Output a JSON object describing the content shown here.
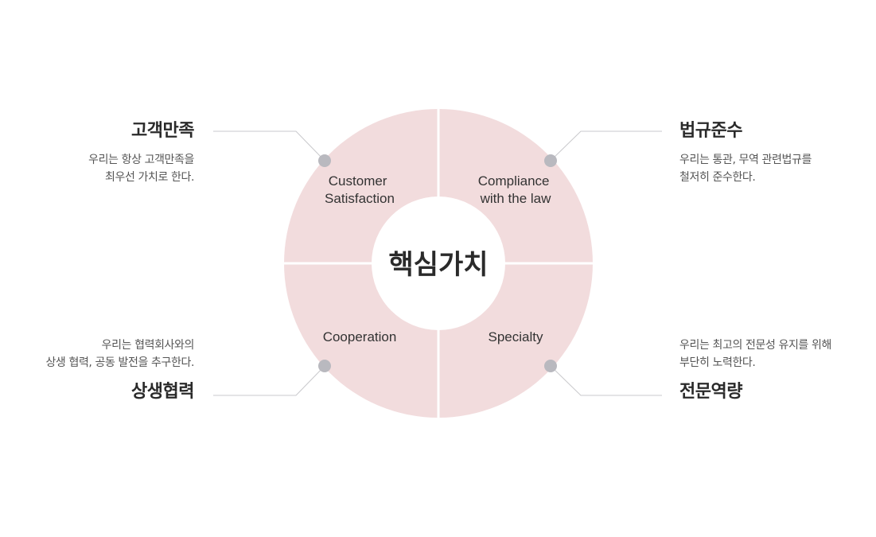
{
  "center": {
    "title": "핵심가치"
  },
  "colors": {
    "quadrant_fill": "#f2dcdd",
    "divider": "#ffffff",
    "connector_line": "#c9c9cc",
    "dot": "#b9b9bf",
    "title_text": "#2a2a2a",
    "desc_text": "#555555",
    "quadrant_text": "#333333"
  },
  "quadrants": [
    {
      "id": "customer",
      "label_lines": [
        "Customer",
        "Satisfaction"
      ],
      "title": "고객만족",
      "desc_lines": [
        "우리는 항상 고객만족을",
        "최우선 가치로 한다."
      ]
    },
    {
      "id": "compliance",
      "label_lines": [
        "Compliance",
        "with the law"
      ],
      "title": "법규준수",
      "desc_lines": [
        "우리는 통관, 무역 관련법규를",
        "철저히 준수한다."
      ]
    },
    {
      "id": "cooperation",
      "label_lines": [
        "Cooperation"
      ],
      "title": "상생협력",
      "desc_lines": [
        "우리는 협력회사와의",
        "상생 협력, 공동 발전을 추구한다."
      ]
    },
    {
      "id": "specialty",
      "label_lines": [
        "Specialty"
      ],
      "title": "전문역량",
      "desc_lines": [
        "우리는 최고의 전문성 유지를 위해",
        "부단히 노력한다."
      ]
    }
  ]
}
